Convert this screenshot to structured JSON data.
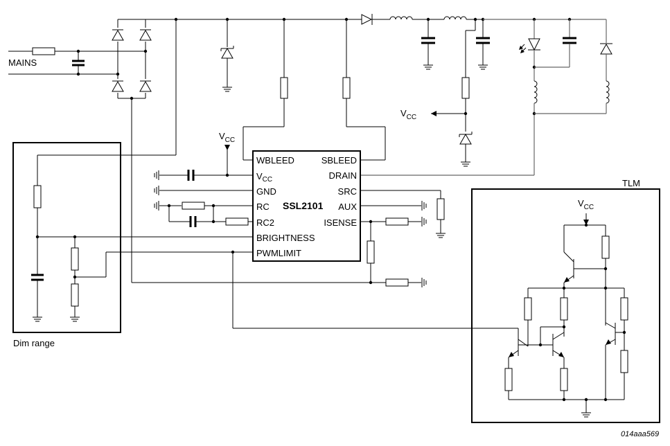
{
  "chip": {
    "name": "SSL2101",
    "pins_left": [
      "WBLEED",
      "V",
      "GND",
      "RC",
      "RC2",
      "BRIGHTNESS",
      "PWMLIMIT"
    ],
    "pin_vcc_sub": "CC",
    "pins_right": [
      "SBLEED",
      "DRAIN",
      "SRC",
      "AUX",
      "ISENSE"
    ]
  },
  "labels": {
    "mains": "MAINS",
    "dim_range": "Dim range",
    "tlm": "TLM",
    "vcc_main": "V",
    "vcc_main_sub": "CC",
    "vcc_chip": "V",
    "vcc_chip_sub": "CC",
    "vcc_tlm": "V",
    "vcc_tlm_sub": "CC",
    "figure_id": "014aaa569"
  }
}
